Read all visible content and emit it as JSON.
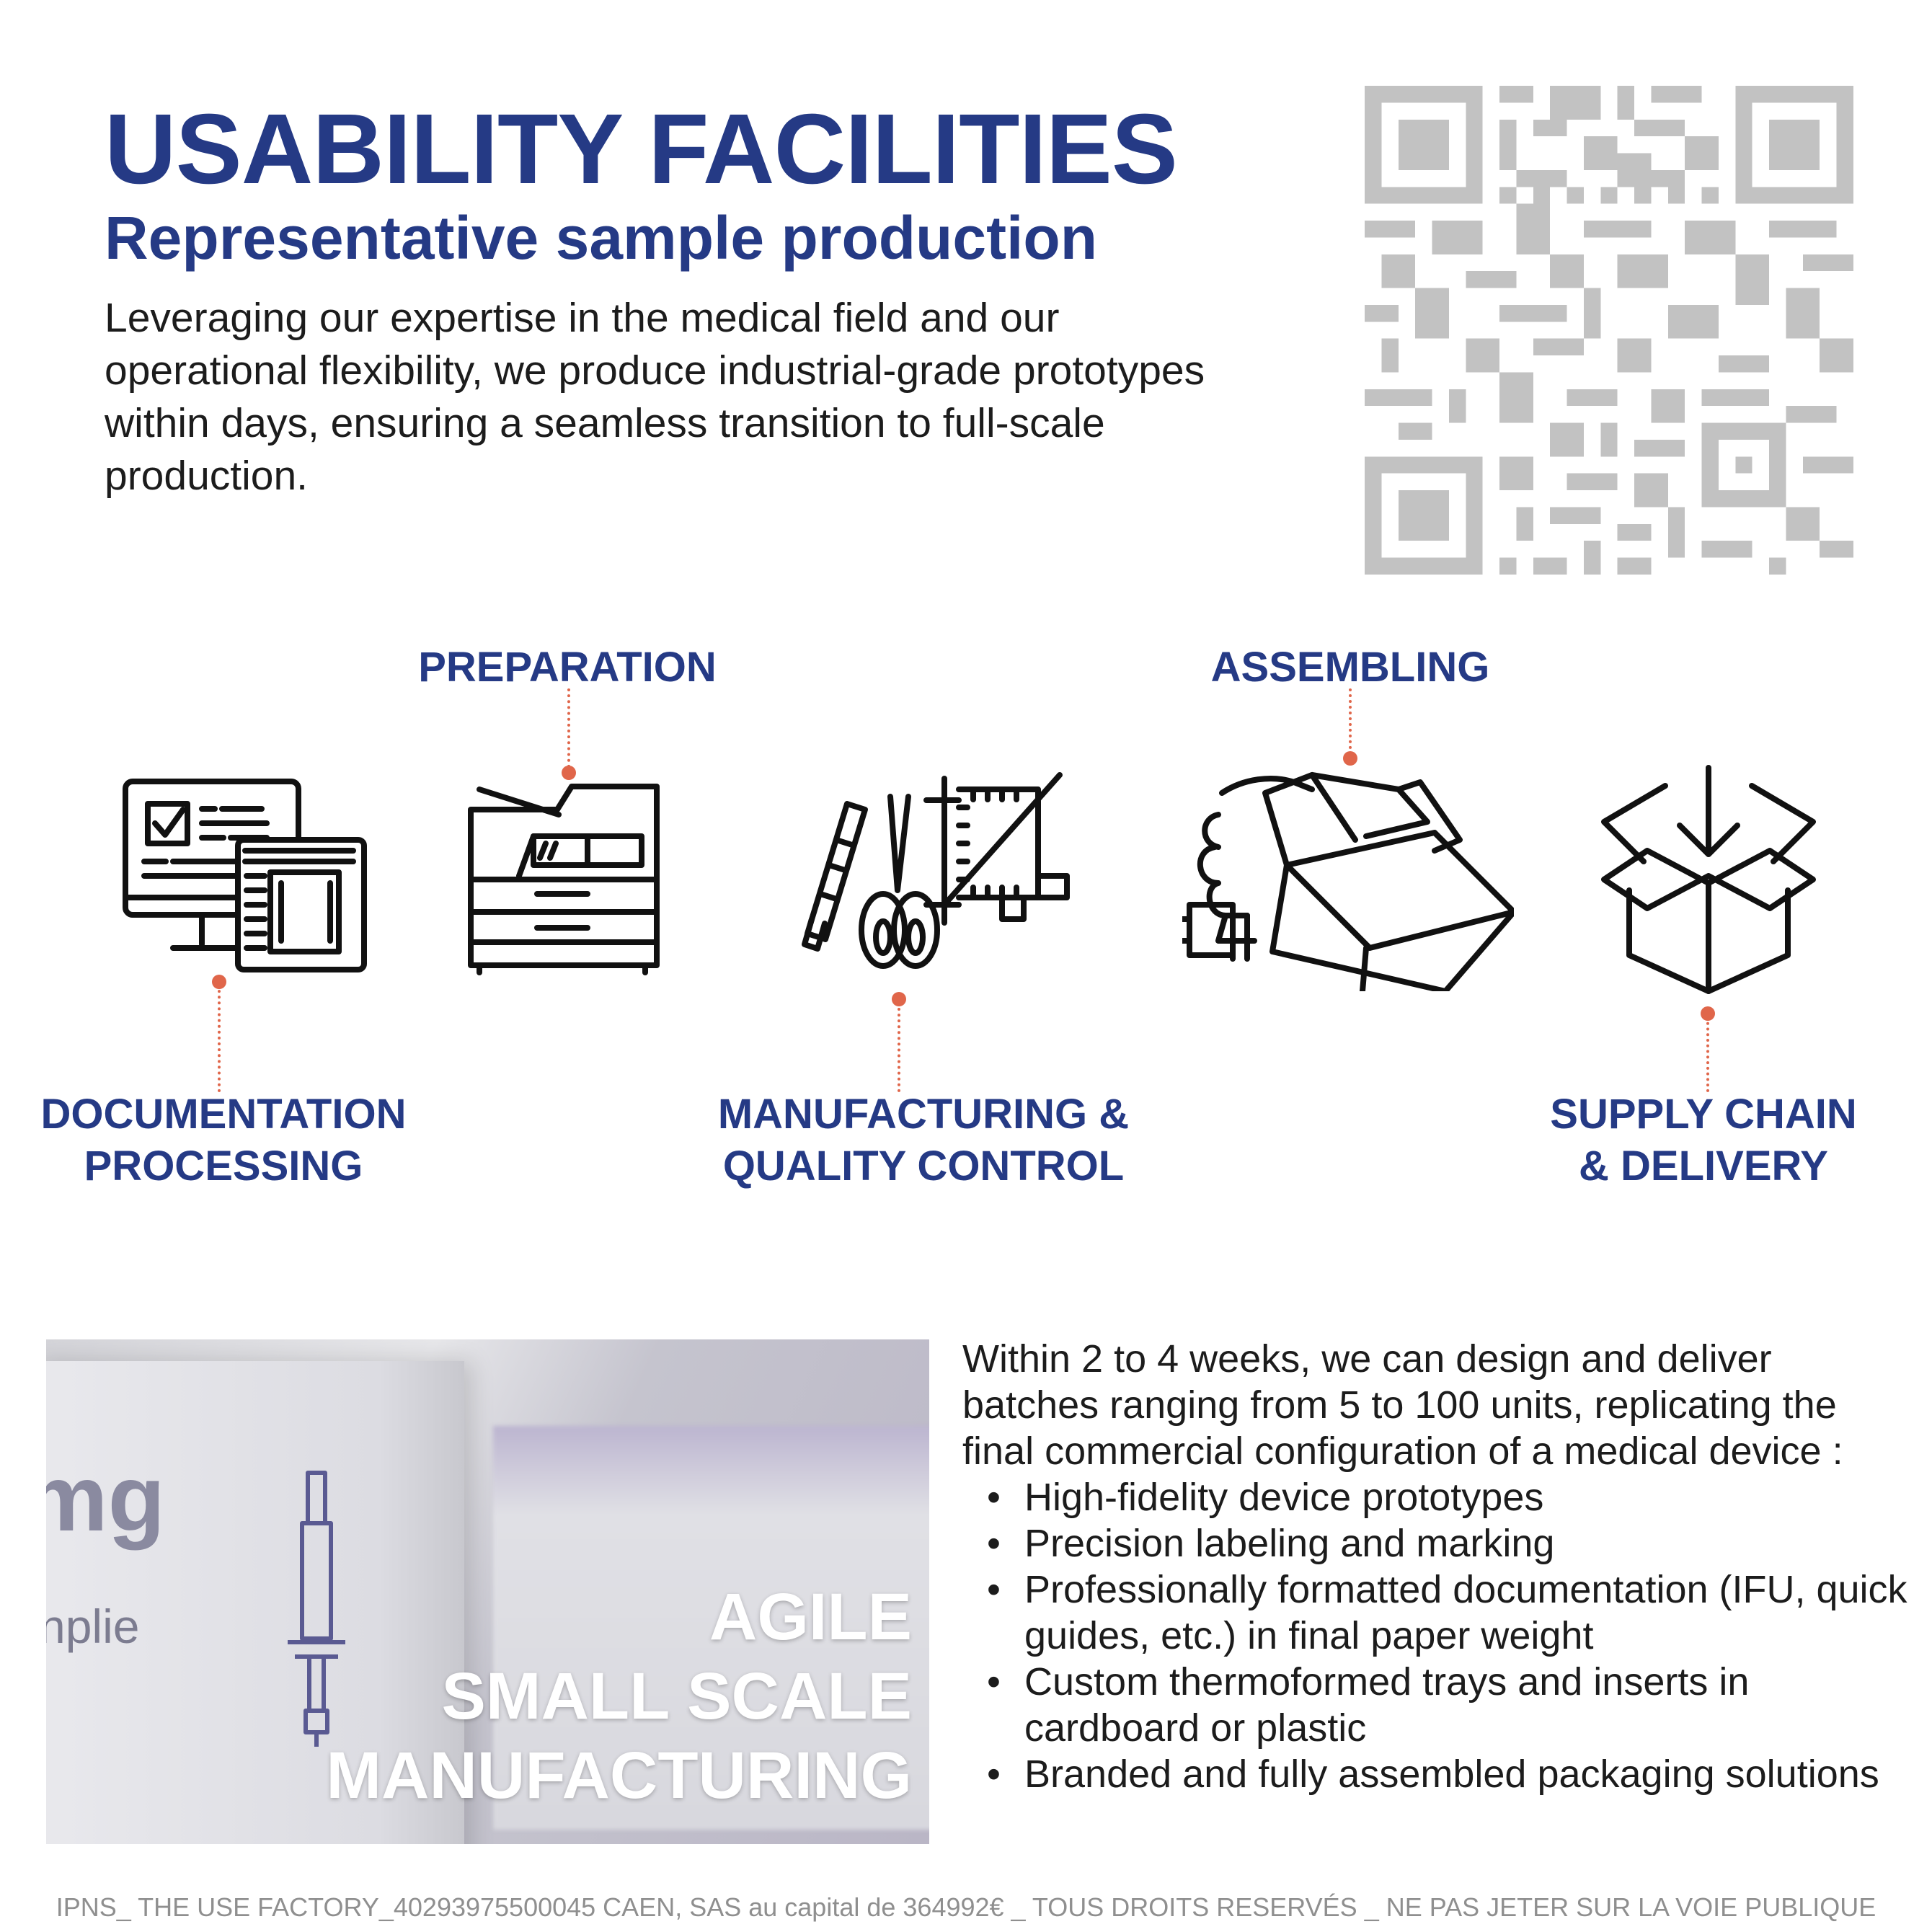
{
  "header": {
    "title": "USABILITY FACILITIES",
    "subtitle": "Representative sample production",
    "intro": "Leveraging our expertise in the medical field and our operational flexibility, we produce industrial-grade prototypes within days, ensuring a seamless transition to full-scale production."
  },
  "accent_colors": {
    "heading_blue": "#253a85",
    "connector_orange": "#e0664a",
    "qr_gray": "#c2c2c2"
  },
  "process": {
    "steps": [
      {
        "icon": "computer-documents-icon",
        "label_lines": [
          "DOCUMENTATION",
          "PROCESSING"
        ]
      },
      {
        "icon": "printer-icon",
        "label_lines": [
          "PREPARATION"
        ]
      },
      {
        "icon": "cutting-tools-icon",
        "label_lines": [
          "MANUFACTURING &",
          "QUALITY CONTROL"
        ]
      },
      {
        "icon": "hand-box-icon",
        "label_lines": [
          "ASSEMBLING"
        ]
      },
      {
        "icon": "box-delivery-icon",
        "label_lines": [
          "SUPPLY CHAIN",
          "& DELIVERY"
        ]
      }
    ]
  },
  "photo": {
    "caption_lines": [
      "AGILE",
      "SMALL SCALE",
      "MANUFACTURING"
    ],
    "box_text_1": "mg",
    "box_text_2": "nplie"
  },
  "details": {
    "intro": "Within 2 to 4 weeks, we can design and deliver batches ranging from 5 to 100 units, replicating the final commercial configuration of a medical device :",
    "bullets": [
      "High-fidelity device prototypes",
      "Precision labeling and marking",
      "Professionally formatted documentation (IFU, quick guides, etc.) in final paper weight",
      "Custom thermoformed trays and inserts in cardboard or plastic",
      "Branded and fully assembled packaging solutions"
    ]
  },
  "footer": {
    "text": "IPNS_ THE USE FACTORY_40293975500045 CAEN, SAS au capital de 364992€ _ TOUS DROITS RESERVÉS _ NE PAS JETER SUR LA VOIE PUBLIQUE"
  }
}
